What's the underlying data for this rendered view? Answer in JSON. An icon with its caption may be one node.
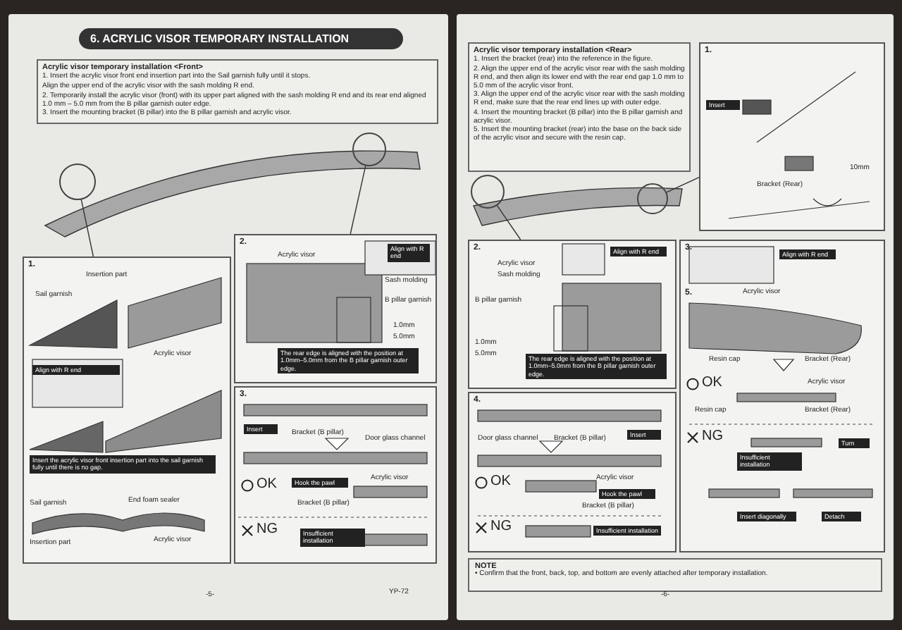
{
  "diagram": {
    "title": "6. ACRYLIC VISOR TEMPORARY INSTALLATION",
    "nodes": [
      {
        "text": [
          "Acrylic visor temporary installation <Front>",
          "1. Insert the acrylic visor front end insertion part into the Sail garnish fully until it stops.",
          "Align the upper end of the acrylic visor with the sash molding R end.",
          "2. Temporarily install the acrylic visor (front) with its upper part aligned with the sash molding R end and its rear end aligned 1.0 mm – 5.0 mm from the B pillar garnish outer edge.",
          "3. Insert the mounting bracket (B pillar) into the B pillar garnish and acrylic visor."
        ]
      },
      {
        "text": [],
        "shape": "circle"
      },
      {
        "text": [],
        "shape": "circle"
      },
      {
        "text": [
          "1."
        ]
      },
      {
        "text": [
          "Align with R end"
        ],
        "in": 3
      },
      {
        "text": [
          "Insert the acrylic visor front insertion part into the sail garnish fully until there is no gap."
        ],
        "in": 3
      },
      {
        "text": [
          "2."
        ]
      },
      {
        "text": [
          "Align with R end"
        ],
        "in": 6
      },
      {
        "text": [
          "The rear edge is aligned with the position at 1.0mm–5.0mm from the B pillar garnish outer edge."
        ],
        "in": 6
      },
      {
        "text": [
          "3."
        ]
      },
      {
        "text": [
          "Insert"
        ],
        "in": 9
      },
      {
        "text": [
          "Hook the pawl"
        ],
        "in": 9
      },
      {
        "text": [
          "Insufficient installation"
        ],
        "in": 9
      },
      {
        "text": [
          "Acrylic visor temporary installation <Rear>",
          "1. Insert the bracket (rear) into the reference in the figure.",
          "2. Align the upper end of the acrylic visor rear with the sash molding R end, and then align its lower end with the rear end gap 1.0 mm to 5.0 mm of the acrylic visor front.",
          "3. Align the upper end of the acrylic visor rear with the sash molding R end, make sure that the rear end lines up with outer edge.",
          "4. Insert the mounting bracket (B pillar) into the B pillar garnish and acrylic visor.",
          "5. Insert the mounting bracket (rear) into the base on the back side of the acrylic visor and secure with the resin cap."
        ]
      },
      {
        "text": [],
        "shape": "circle"
      },
      {
        "text": [],
        "shape": "circle"
      },
      {
        "text": [
          "1."
        ]
      },
      {
        "text": [
          "Insert"
        ],
        "in": 16
      },
      {
        "text": [
          "2."
        ]
      },
      {
        "text": [
          "Align with R end"
        ],
        "in": 18
      },
      {
        "text": [
          "The rear edge is aligned with the position at 1.0mm–5.0mm from the B pillar garnish outer edge."
        ],
        "in": 18
      },
      {
        "text": [
          "4."
        ]
      },
      {
        "text": [
          "Insert"
        ],
        "in": 21
      },
      {
        "text": [
          "Hook the pawl"
        ],
        "in": 21
      },
      {
        "text": [
          "Insufficient installation"
        ],
        "in": 21
      },
      {
        "text": [
          "3.",
          "5."
        ]
      },
      {
        "text": [
          "Align with R end"
        ],
        "in": 25
      },
      {
        "text": [
          "Turn"
        ],
        "in": 25
      },
      {
        "text": [
          "Insufficient installation"
        ],
        "in": 25
      },
      {
        "text": [
          "Insert diagonally"
        ],
        "in": 25
      },
      {
        "text": [
          "Detach"
        ],
        "in": 25
      },
      {
        "text": [
          "NOTE",
          "• Confirm that the front, back, top, and bottom are evenly attached after temporary installation."
        ]
      }
    ],
    "edges": [
      {
        "from": 1,
        "to": 3,
        "arrow": "none"
      },
      {
        "from": 2,
        "to": 6,
        "arrow": "none"
      },
      {
        "from": 14,
        "to": 18,
        "arrow": "none"
      },
      {
        "from": 15,
        "to": 16,
        "arrow": "none"
      }
    ],
    "labels": [
      "Insertion part",
      "Sail garnish",
      "Acrylic visor",
      "Sail garnish",
      "End foam sealer",
      "Insertion part",
      "Acrylic visor",
      "Acrylic visor",
      "Sash molding",
      "B pillar garnish",
      "1.0mm",
      "5.0mm",
      "Bracket (B pillar)",
      "Door glass channel",
      "OK",
      "Acrylic visor",
      "Bracket (B pillar)",
      "NG",
      "-5-",
      "YP-72",
      "Bracket (Rear)",
      "10mm",
      "Acrylic visor",
      "Sash molding",
      "B pillar garnish",
      "1.0mm",
      "5.0mm",
      "Door glass channel",
      "Bracket (B pillar)",
      "OK",
      "Acrylic visor",
      "Bracket (B pillar)",
      "NG",
      "Acrylic visor",
      "Resin cap",
      "Bracket (Rear)",
      "OK",
      "Acrylic visor",
      "Resin cap",
      "Bracket (Rear)",
      "NG",
      "-6-"
    ]
  }
}
